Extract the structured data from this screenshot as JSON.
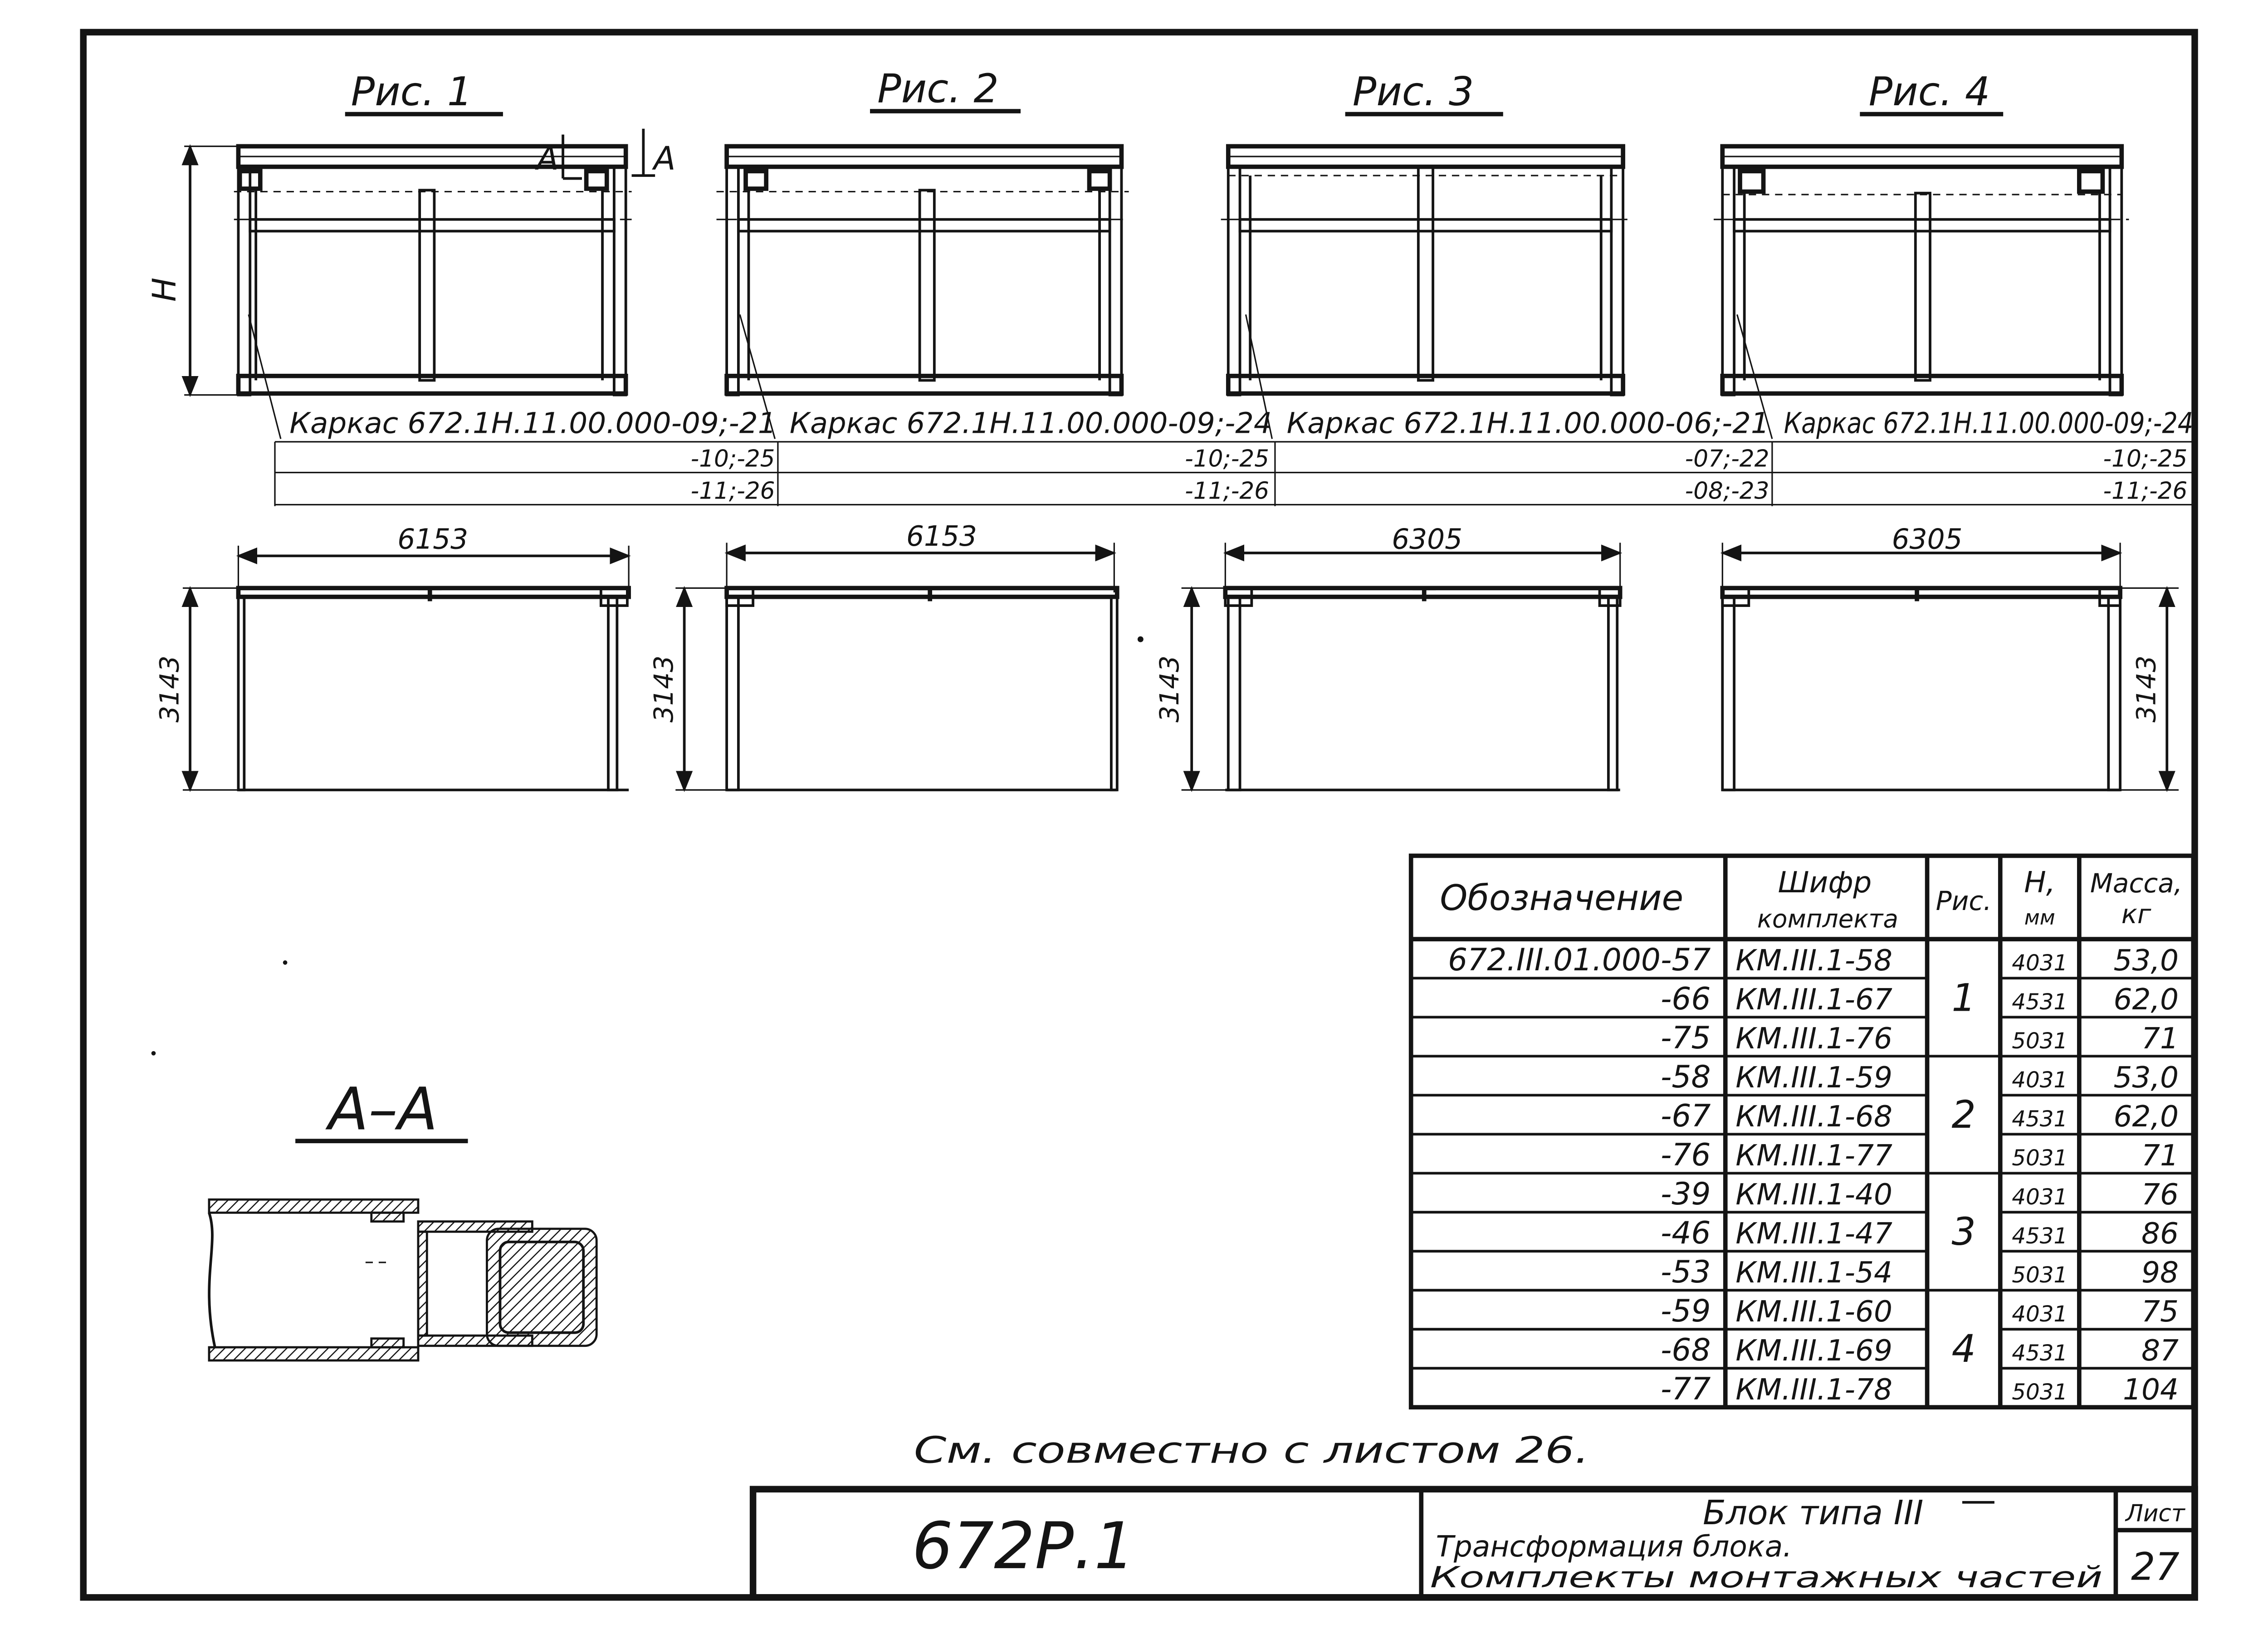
{
  "figures": {
    "fig1": {
      "title": "Рис. 1",
      "frame_label": "Каркас 672.1Н.11.00.000-09;-21",
      "frame_suffixes": [
        "-10;-25",
        "-11;-26"
      ],
      "height_label": "H",
      "section_marker": "А",
      "span": "6153",
      "height_dim": "3143"
    },
    "fig2": {
      "title": "Рис. 2",
      "frame_label": "Каркас 672.1Н.11.00.000-09;-24",
      "frame_suffixes": [
        "-10;-25",
        "-11;-26"
      ],
      "span": "6153",
      "height_dim": "3143"
    },
    "fig3": {
      "title": "Рис. 3",
      "frame_label": "Каркас 672.1Н.11.00.000-06;-21",
      "frame_suffixes": [
        "-07;-22",
        "-08;-23"
      ],
      "span": "6305",
      "height_dim": "3143"
    },
    "fig4": {
      "title": "Рис. 4",
      "frame_label": "Каркас 672.1Н.11.00.000-09;-24",
      "frame_suffixes": [
        "-10;-25",
        "-11;-26"
      ],
      "span": "6305",
      "height_dim": "3143"
    }
  },
  "section": {
    "title": "А–А"
  },
  "spec_table": {
    "headers": {
      "designation": "Обозначение",
      "kit_code_1": "Шифр",
      "kit_code_2": "комплекта",
      "fig": "Рис.",
      "height_1": "H,",
      "height_2": "мм",
      "mass_1": "Масса,",
      "mass_2": "кг"
    },
    "rows": [
      {
        "designation": "672.III.01.000-57",
        "kit_code": "КМ.III.1-58",
        "height": "4031",
        "mass": "53,0"
      },
      {
        "designation": "-66",
        "kit_code": "КМ.III.1-67",
        "height": "4531",
        "mass": "62,0"
      },
      {
        "designation": "-75",
        "kit_code": "КМ.III.1-76",
        "height": "5031",
        "mass": "71"
      },
      {
        "designation": "-58",
        "kit_code": "КМ.III.1-59",
        "height": "4031",
        "mass": "53,0"
      },
      {
        "designation": "-67",
        "kit_code": "КМ.III.1-68",
        "height": "4531",
        "mass": "62,0"
      },
      {
        "designation": "-76",
        "kit_code": "КМ.III.1-77",
        "height": "5031",
        "mass": "71"
      },
      {
        "designation": "-39",
        "kit_code": "КМ.III.1-40",
        "height": "4031",
        "mass": "76"
      },
      {
        "designation": "-46",
        "kit_code": "КМ.III.1-47",
        "height": "4531",
        "mass": "86"
      },
      {
        "designation": "-53",
        "kit_code": "КМ.III.1-54",
        "height": "5031",
        "mass": "98"
      },
      {
        "designation": "-59",
        "kit_code": "КМ.III.1-60",
        "height": "4031",
        "mass": "75"
      },
      {
        "designation": "-68",
        "kit_code": "КМ.III.1-69",
        "height": "4531",
        "mass": "87"
      },
      {
        "designation": "-77",
        "kit_code": "КМ.III.1-78",
        "height": "5031",
        "mass": "104"
      }
    ],
    "fig_groups": [
      "1",
      "2",
      "3",
      "4"
    ]
  },
  "note": "См. совместно с листом 26.",
  "title_block": {
    "code": "672Р.1",
    "title_1": "Блок типа III",
    "title_2": "Трансформация блока.",
    "title_3": "Комплекты монтажных частей",
    "sheet_label": "Лист",
    "sheet_number": "27"
  }
}
